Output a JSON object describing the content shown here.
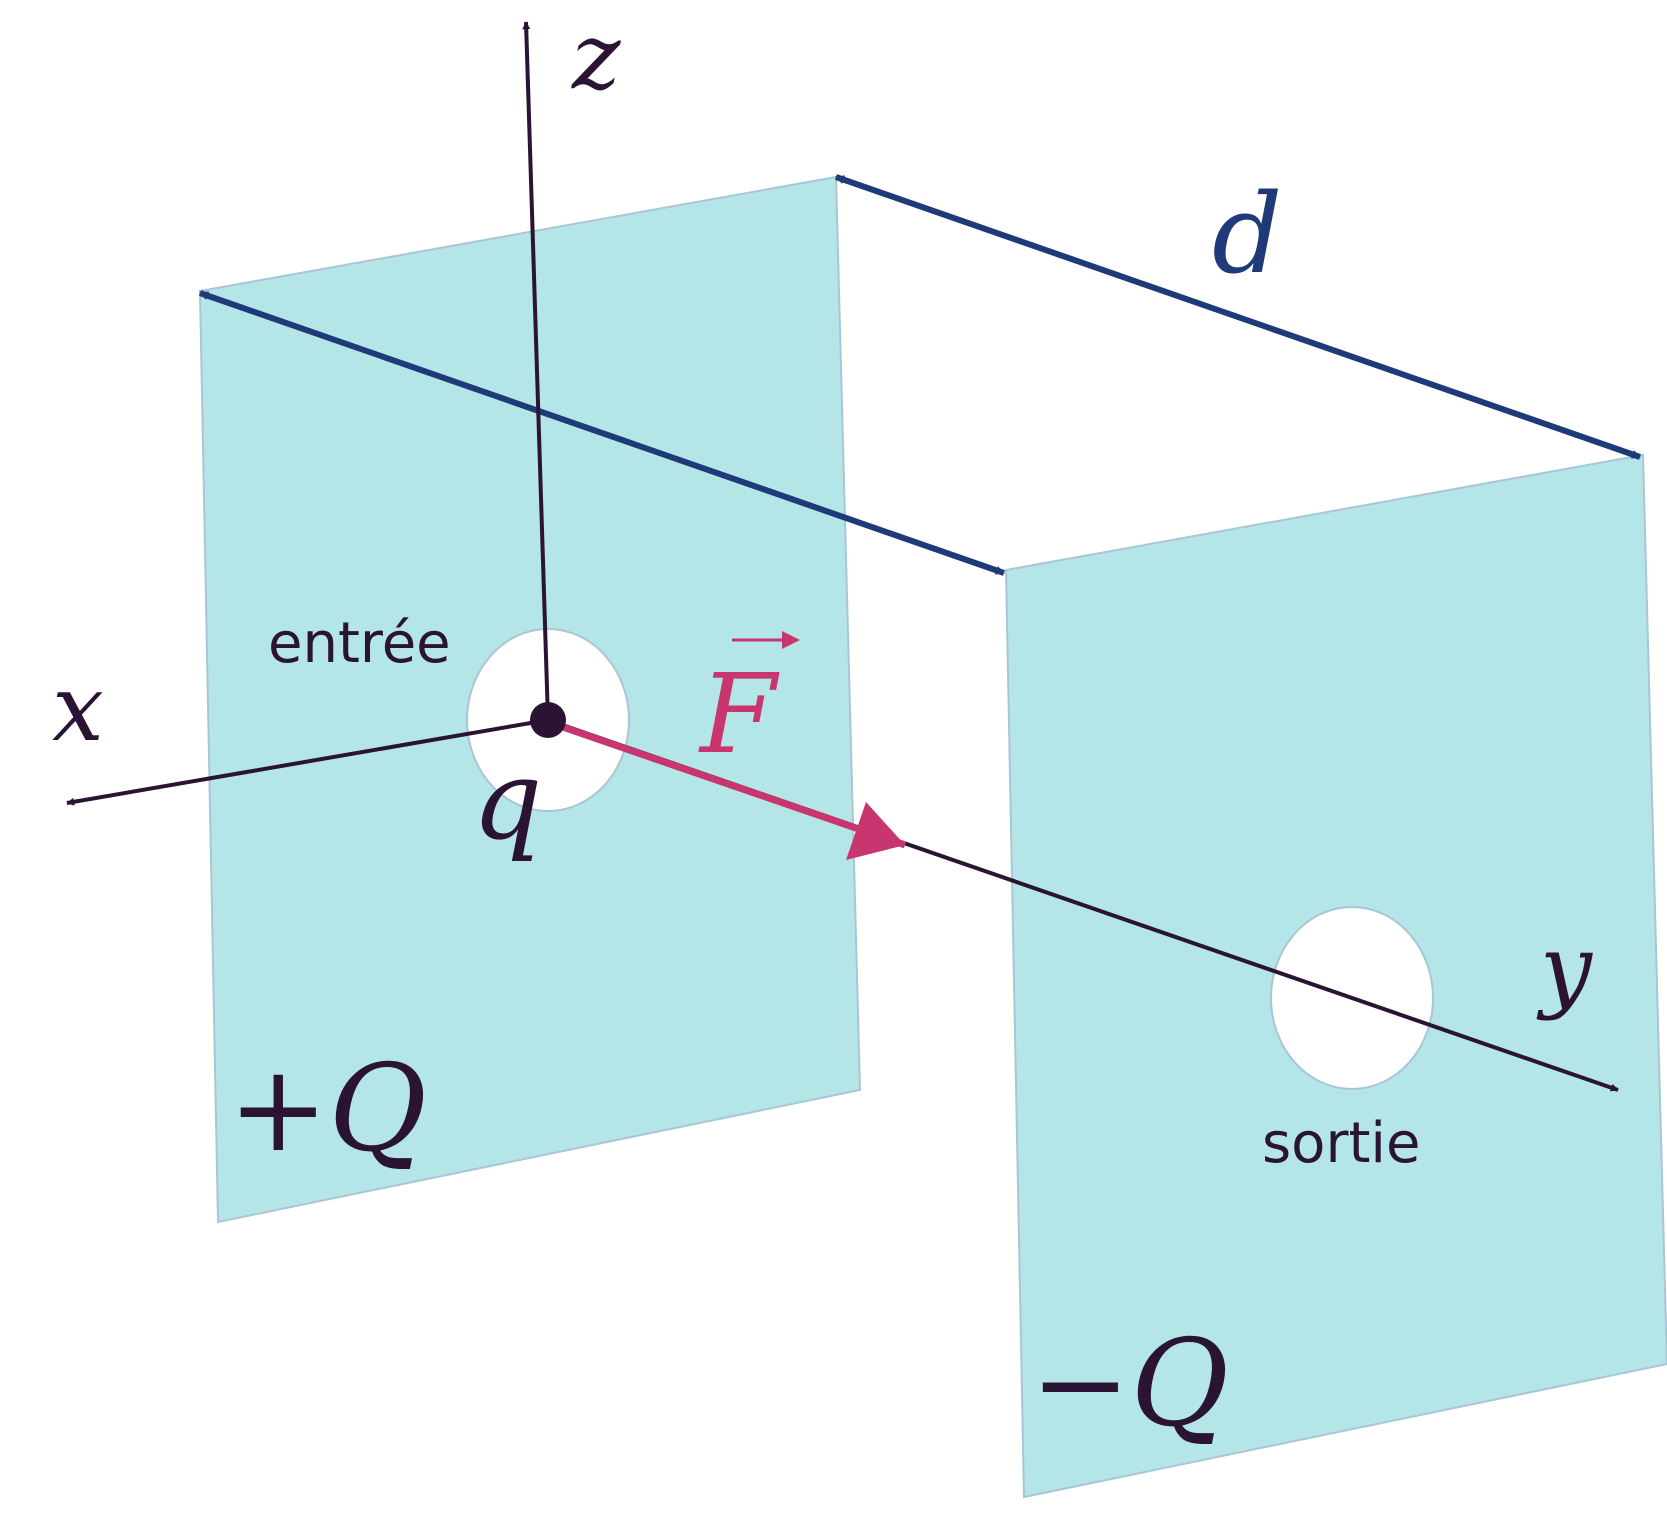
{
  "labels": {
    "axis_x": "x",
    "axis_y": "y",
    "axis_z": "z",
    "distance": "d",
    "charge": "q",
    "force_symbol": "F",
    "plate_positive": "+Q",
    "plate_negative": "−Q",
    "hole_entry": "entrée",
    "hole_exit": "sortie"
  },
  "colors": {
    "plate_fill": "#b4e6e8",
    "plate_stroke": "#a9c5d6",
    "axis": "#2b1433",
    "distance_arrow": "#1f3a78",
    "force": "#c9356f",
    "text": "#2b1433"
  }
}
